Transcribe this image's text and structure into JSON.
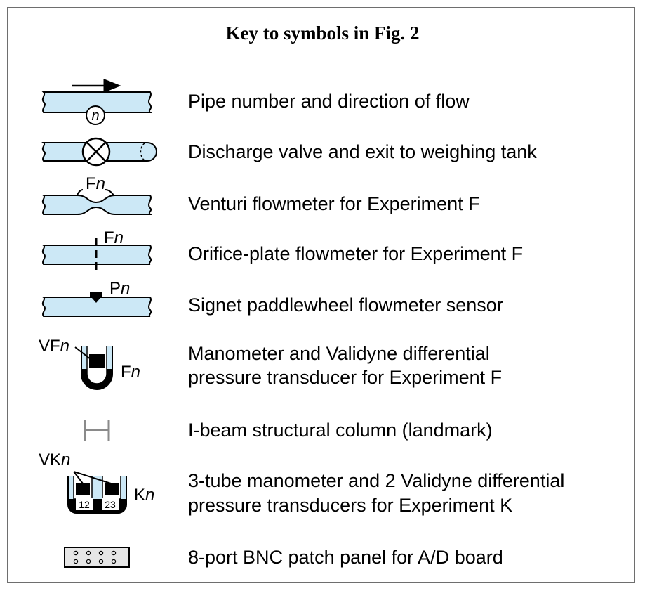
{
  "title": "Key to symbols in Fig. 2",
  "colors": {
    "pipe_fill": "#cce8f6",
    "stroke": "#000000",
    "ibeam": "#8a8a8a",
    "manometer_fluid": "#000000"
  },
  "items": [
    {
      "icon": "pipe-flow-arrow-icon",
      "symbol_text": "n",
      "label": "Pipe number and direction of flow"
    },
    {
      "icon": "discharge-valve-icon",
      "label": "Discharge valve and exit to weighing tank"
    },
    {
      "icon": "venturi-flowmeter-icon",
      "symbol_text": "Fn",
      "label": "Venturi flowmeter for Experiment F"
    },
    {
      "icon": "orifice-plate-icon",
      "symbol_text": "Fn",
      "label": "Orifice-plate flowmeter for Experiment F"
    },
    {
      "icon": "paddlewheel-sensor-icon",
      "symbol_text": "Pn",
      "label": "Signet paddlewheel flowmeter sensor"
    },
    {
      "icon": "manometer-transducer-icon",
      "symbol_text_top": "VFn",
      "symbol_text_side": "Fn",
      "label_line1": "Manometer and Validyne differential",
      "label_line2": "pressure transducer for Experiment F"
    },
    {
      "icon": "ibeam-column-icon",
      "label": "I-beam structural column (landmark)"
    },
    {
      "icon": "three-tube-manometer-icon",
      "symbol_text_top": "VKn",
      "symbol_text_side": "Kn",
      "transducer_1": "12",
      "transducer_2": "23",
      "label_line1": "3-tube manometer and 2 Validyne differential",
      "label_line2": "pressure transducers for Experiment K"
    },
    {
      "icon": "bnc-patch-panel-icon",
      "label": "8-port BNC patch panel for A/D board"
    }
  ]
}
